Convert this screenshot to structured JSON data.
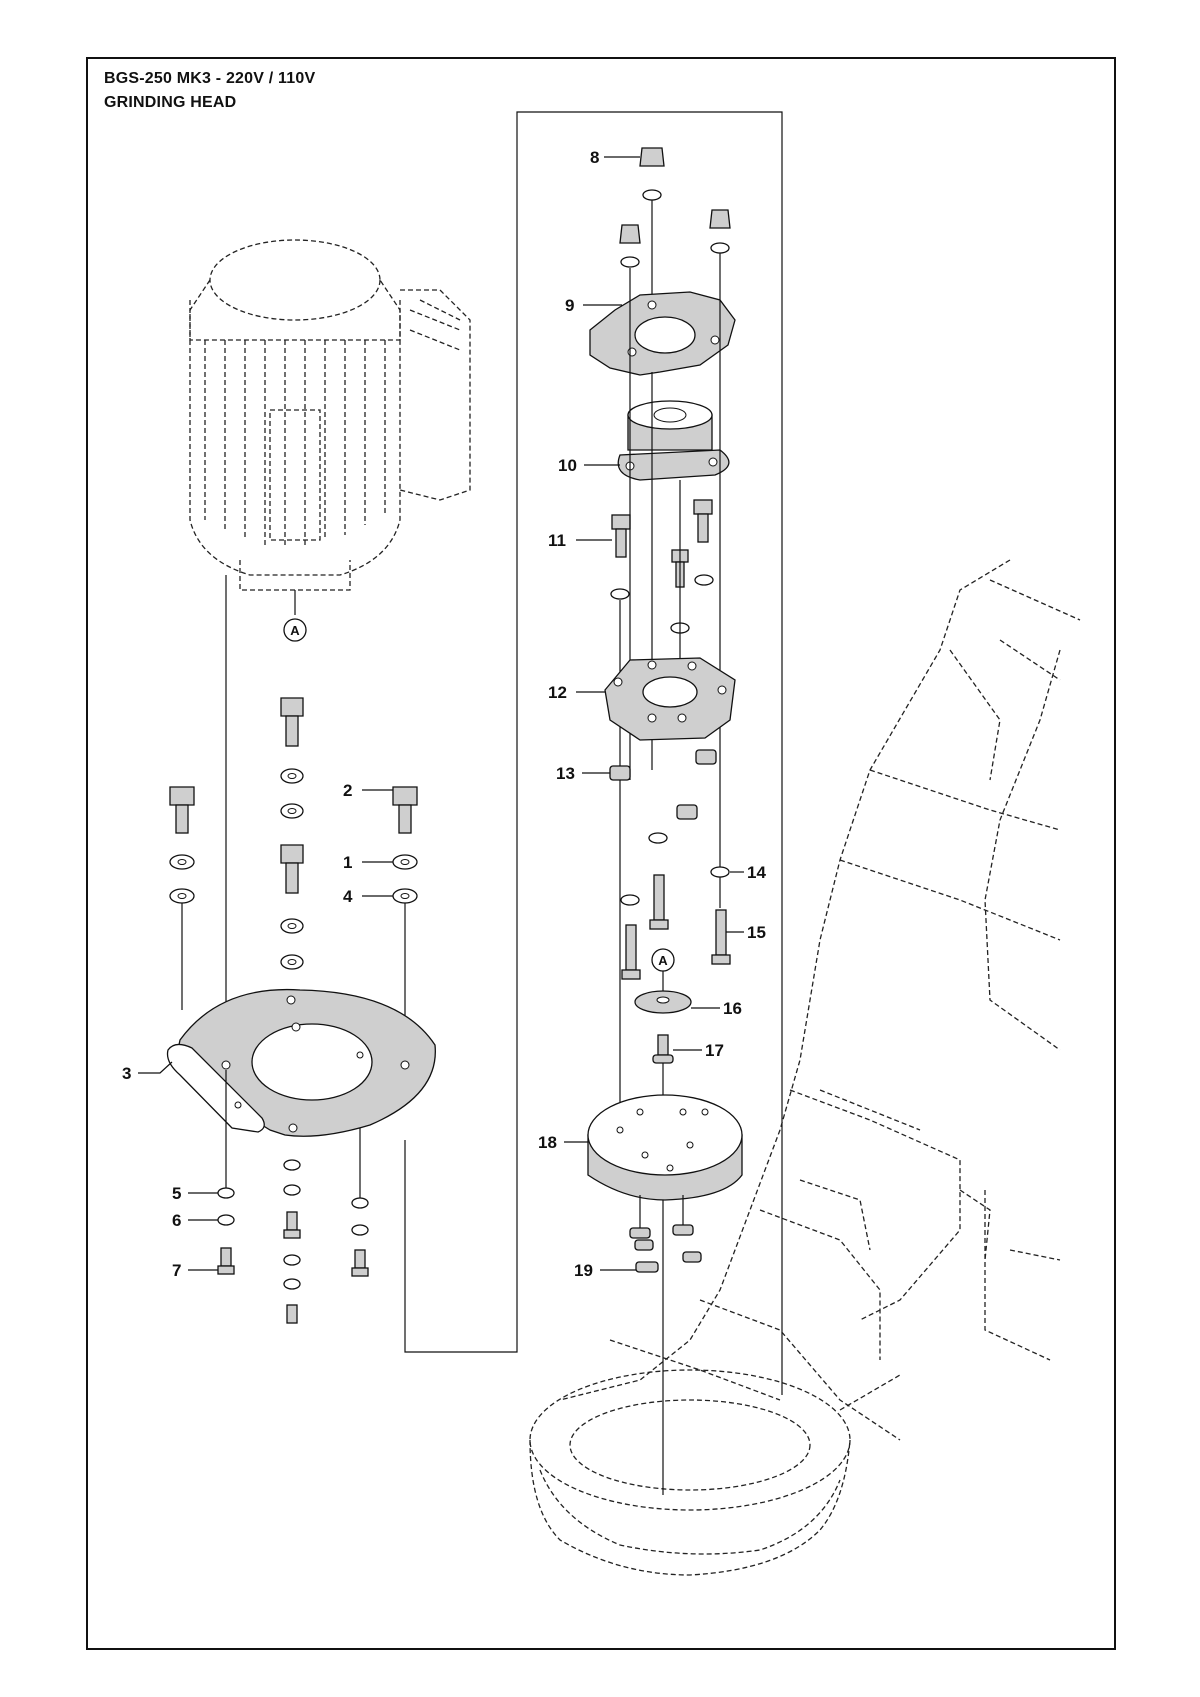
{
  "header": {
    "model": "BGS-250 MK3 - 220V / 110V",
    "section": "GRINDING HEAD"
  },
  "callouts": {
    "reference_marker": "A"
  },
  "part_labels": [
    "1",
    "2",
    "3",
    "4",
    "5",
    "6",
    "7",
    "8",
    "9",
    "10",
    "11",
    "12",
    "13",
    "14",
    "15",
    "16",
    "17",
    "18",
    "19"
  ],
  "colors": {
    "line": "#111111",
    "part_fill": "#cfcfcf",
    "background": "#ffffff"
  }
}
